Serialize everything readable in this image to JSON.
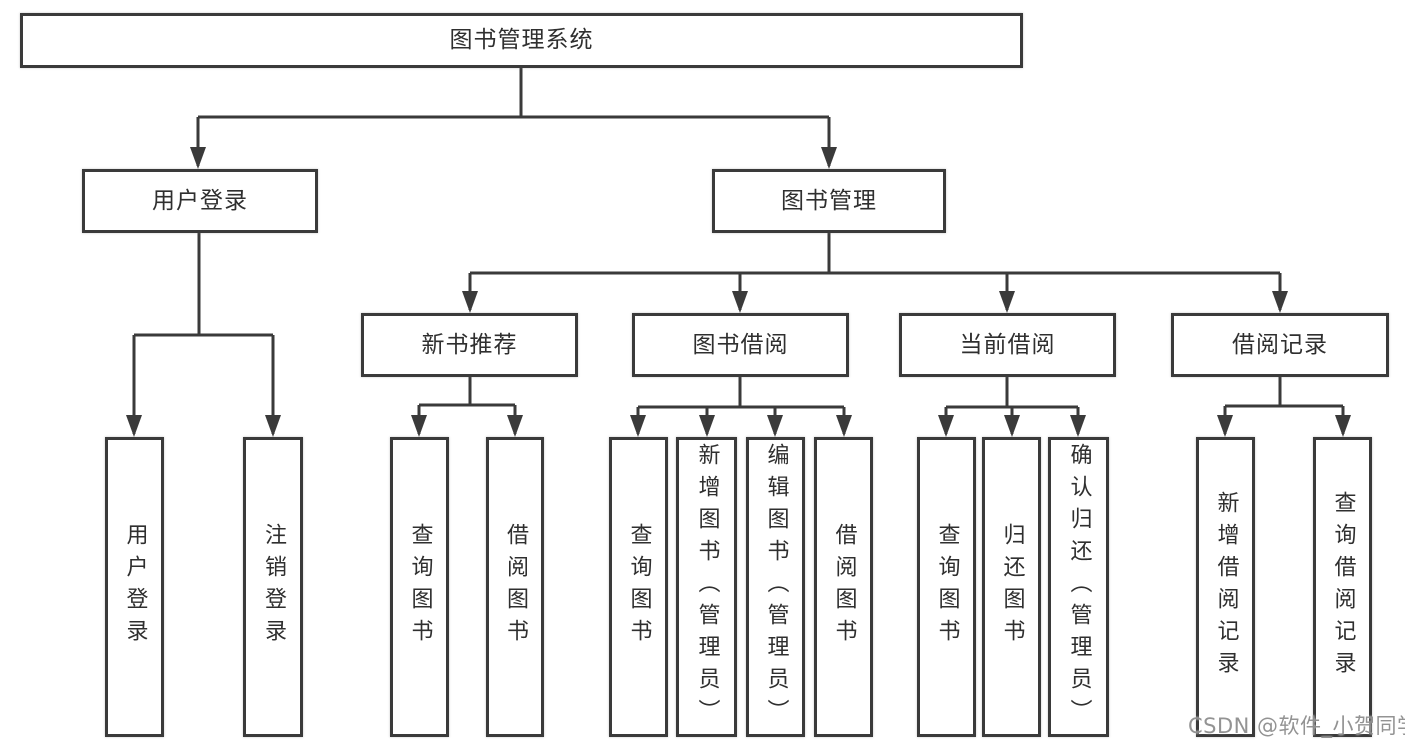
{
  "diagram": {
    "title": "图书管理系统",
    "nodes": {
      "root": "图书管理系统",
      "user_login": "用户登录",
      "book_management": "图书管理",
      "new_book_recommend": "新书推荐",
      "book_borrow": "图书借阅",
      "current_borrow": "当前借阅",
      "borrow_records": "借阅记录",
      "leaf_user_login": "用户登录",
      "leaf_logout_login": "注销登录",
      "leaf_nb_query_book": "查询图书",
      "leaf_nb_borrow_book": "借阅图书",
      "leaf_bb_query_book": "查询图书",
      "leaf_bb_add_book": "新增图书（管理员）",
      "leaf_bb_edit_book": "编辑图书（管理员）",
      "leaf_bb_borrow_book": "借阅图书",
      "leaf_cb_query_book": "查询图书",
      "leaf_cb_return_book": "归还图书",
      "leaf_cb_confirm_return": "确认归还（管理员）",
      "leaf_br_add_record": "新增借阅记录",
      "leaf_br_query_record": "查询借阅记录"
    },
    "structure": {
      "图书管理系统": {
        "用户登录": [
          "用户登录",
          "注销登录"
        ],
        "图书管理": {
          "新书推荐": [
            "查询图书",
            "借阅图书"
          ],
          "图书借阅": [
            "查询图书",
            "新增图书（管理员）",
            "编辑图书（管理员）",
            "借阅图书"
          ],
          "当前借阅": [
            "查询图书",
            "归还图书",
            "确认归还（管理员）"
          ],
          "借阅记录": [
            "新增借阅记录",
            "查询借阅记录"
          ]
        }
      }
    },
    "colors": {
      "line": "#3a3a3a",
      "box_border": "#3a3a3a",
      "box_fill": "#ffffff",
      "text": "#2f2f2f",
      "background": "#ffffff",
      "watermark": "#8a8a8a"
    }
  },
  "watermark": {
    "text": "CSDN @软件_小贺同学"
  }
}
